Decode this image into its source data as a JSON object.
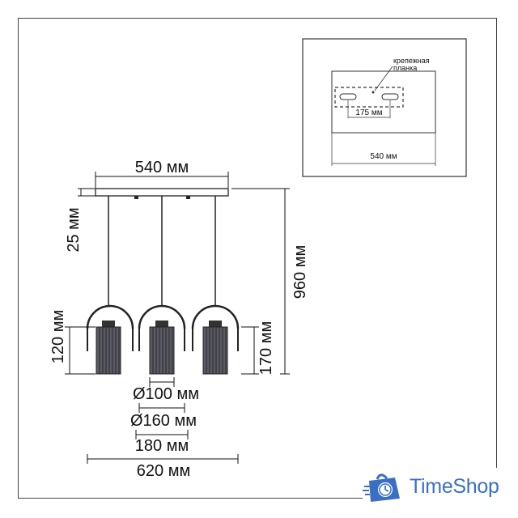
{
  "inset": {
    "mount_label_line1": "крепежная",
    "mount_label_line2": "планка",
    "slot_spacing": "175 мм",
    "plate_width": "540 мм"
  },
  "dimensions": {
    "top_width": "540 мм",
    "canopy_height": "25 мм",
    "total_height": "960 мм",
    "shade_height": "120 мм",
    "lamp_height": "170 мм",
    "inner_diameter": "Ø100 мм",
    "outer_diameter": "Ø160 мм",
    "frame_width": "180 мм",
    "overall_width": "620 мм"
  },
  "brand": {
    "name": "TimeShop",
    "icon": "clock-bag-icon",
    "color": "#3a6fc4"
  }
}
